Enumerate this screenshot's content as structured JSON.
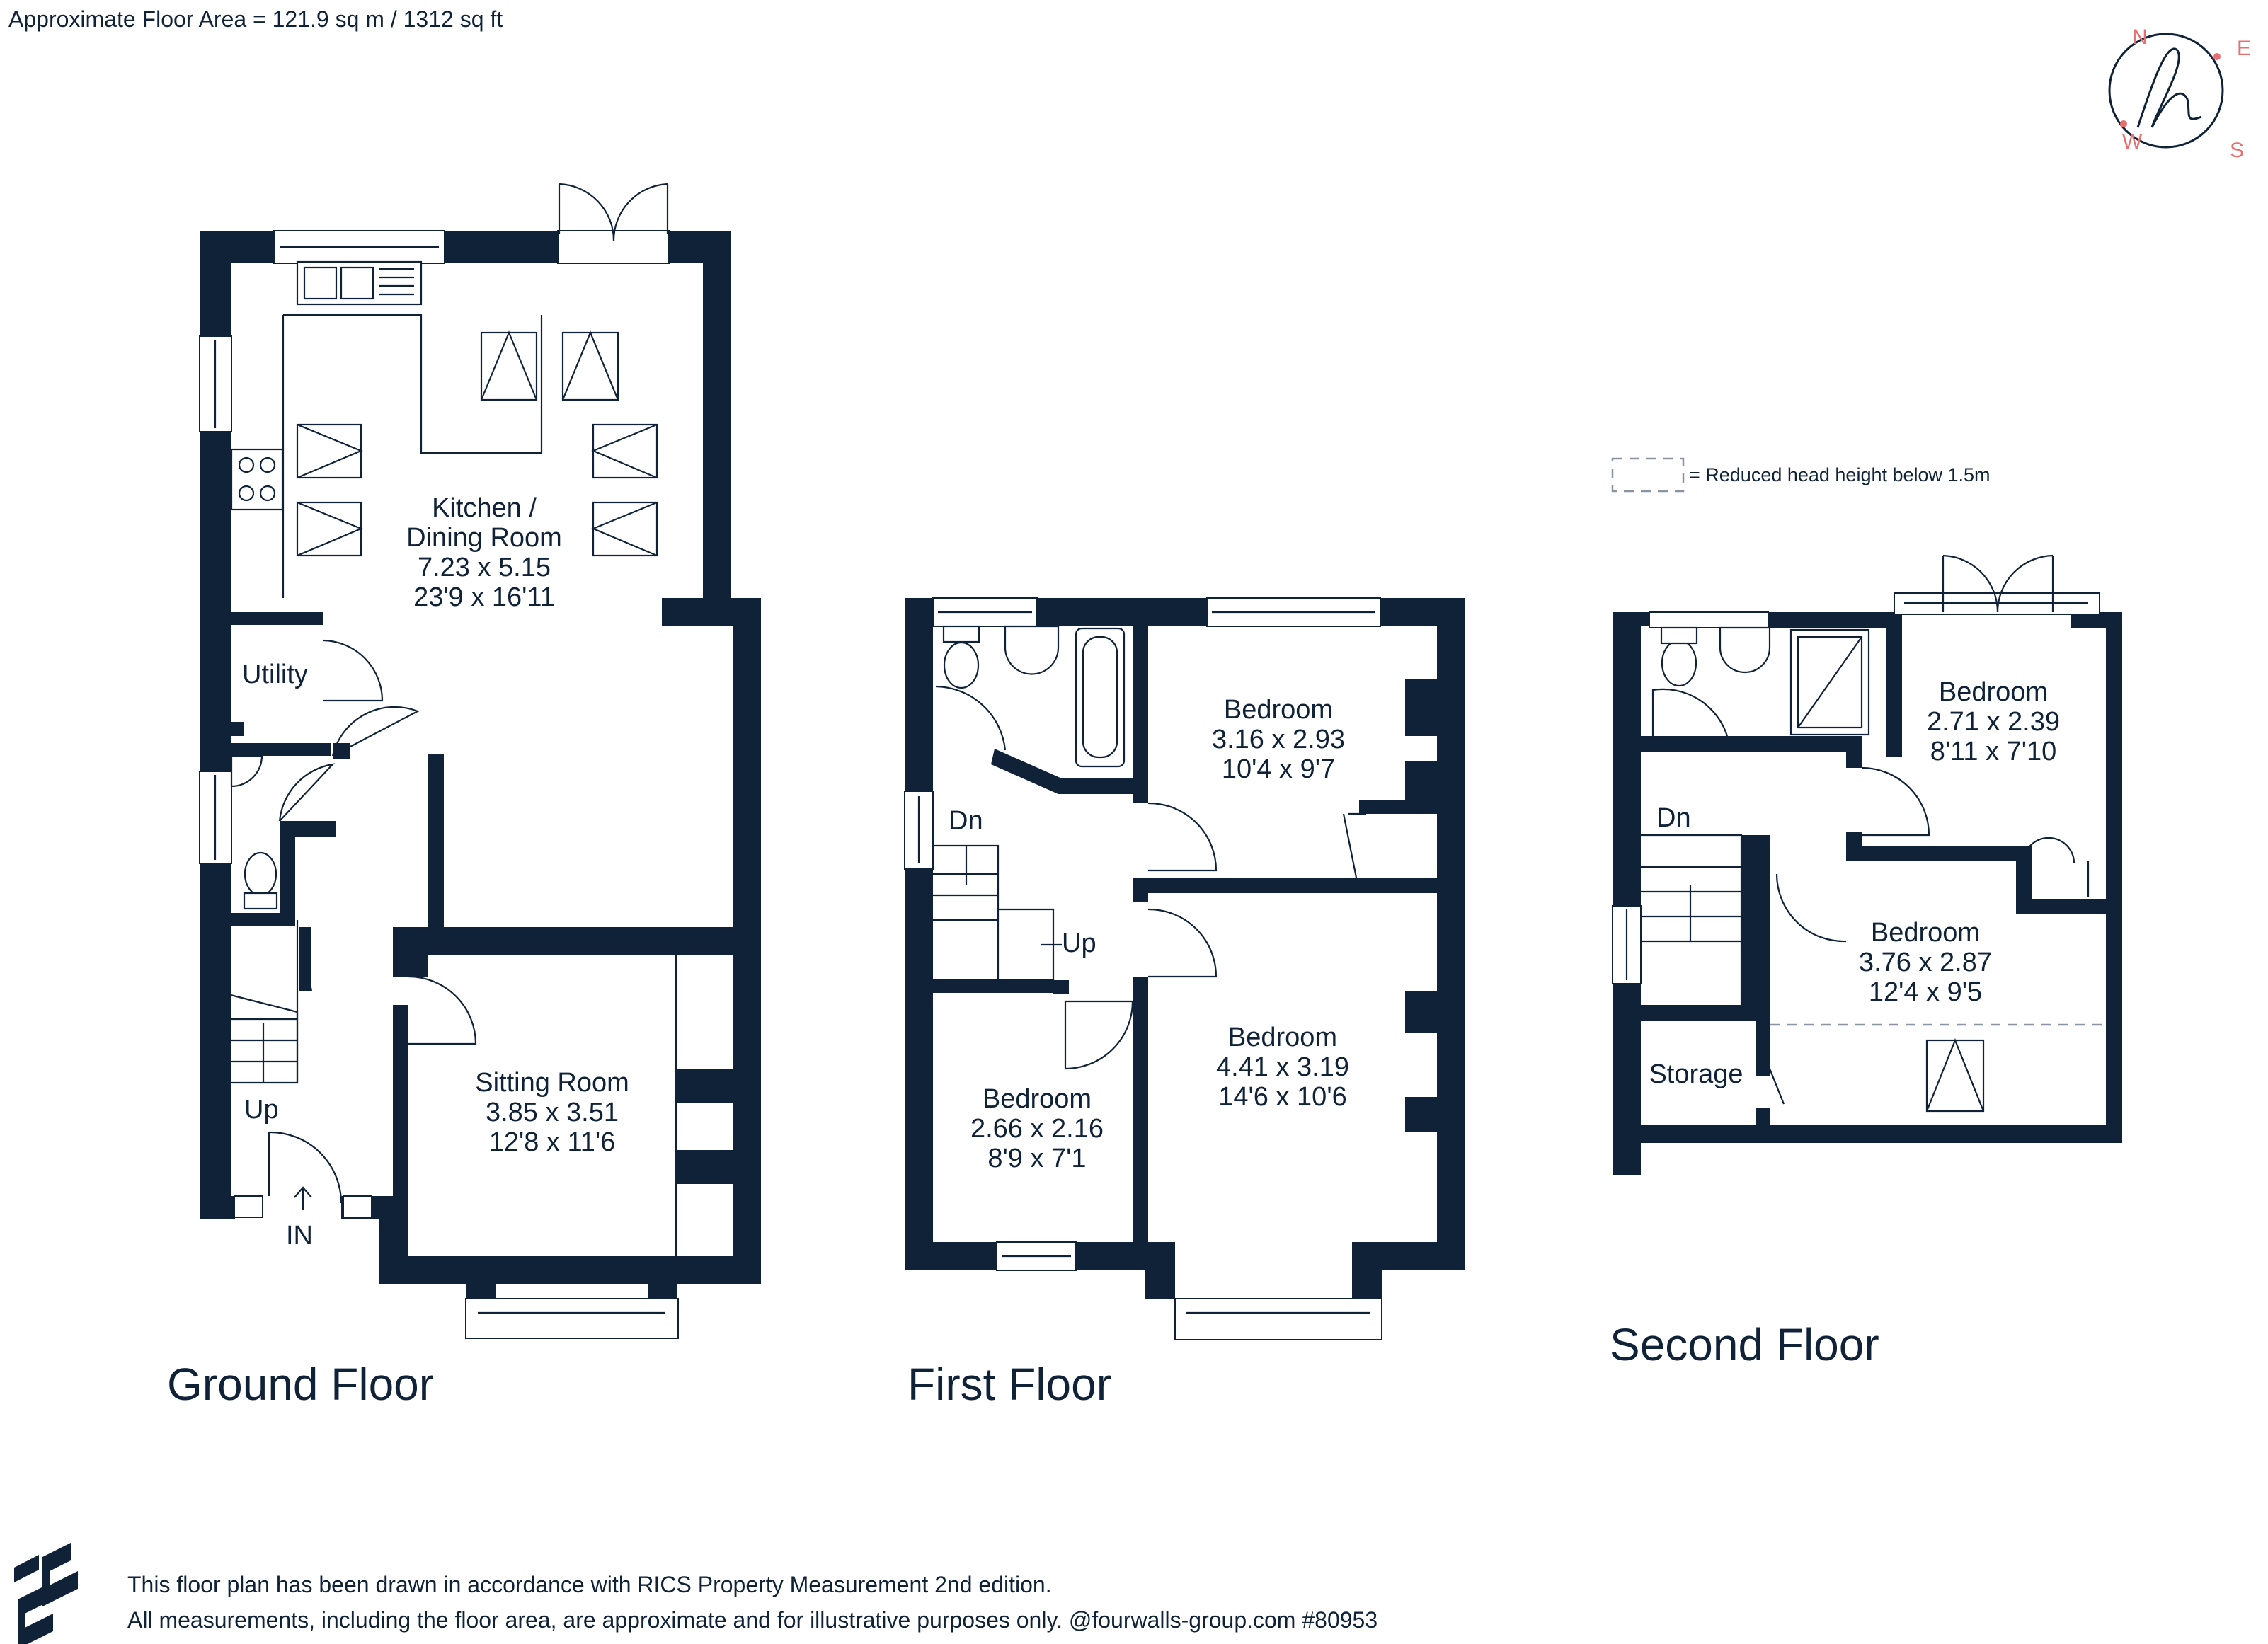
{
  "header": {
    "floor_area": "Approximate Floor Area = 121.9 sq m / 1312 sq ft"
  },
  "compass": {
    "n": "N",
    "e": "E",
    "s": "S",
    "w": "W",
    "accent_color": "#e86f6f"
  },
  "legend": {
    "text": "= Reduced head height below 1.5m"
  },
  "wall_color": "#0f2238",
  "ground_floor": {
    "title": "Ground Floor",
    "kitchen": {
      "name_1": "Kitchen /",
      "name_2": "Dining Room",
      "metric": "7.23 x 5.15",
      "imperial": "23'9 x 16'11"
    },
    "utility": "Utility",
    "sitting": {
      "name": "Sitting Room",
      "metric": "3.85 x 3.51",
      "imperial": "12'8 x 11'6"
    },
    "stairs_up": "Up",
    "entrance": "IN"
  },
  "first_floor": {
    "title": "First Floor",
    "stairs_down": "Dn",
    "stairs_up": "Up",
    "bedroom_a": {
      "name": "Bedroom",
      "metric": "3.16 x 2.93",
      "imperial": "10'4 x 9'7"
    },
    "bedroom_b": {
      "name": "Bedroom",
      "metric": "4.41 x 3.19",
      "imperial": "14'6 x 10'6"
    },
    "bedroom_c": {
      "name": "Bedroom",
      "metric": "2.66 x 2.16",
      "imperial": "8'9 x 7'1"
    }
  },
  "second_floor": {
    "title": "Second Floor",
    "stairs_down": "Dn",
    "storage": "Storage",
    "bedroom_a": {
      "name": "Bedroom",
      "metric": "2.71 x 2.39",
      "imperial": "8'11 x 7'10"
    },
    "bedroom_b": {
      "name": "Bedroom",
      "metric": "3.76 x 2.87",
      "imperial": "12'4 x 9'5"
    }
  },
  "footer": {
    "line1": "This floor plan has been drawn in accordance with RICS Property Measurement 2nd edition.",
    "line2": "All measurements, including the floor area, are approximate and for illustrative purposes only. @fourwalls-group.com #80953"
  }
}
